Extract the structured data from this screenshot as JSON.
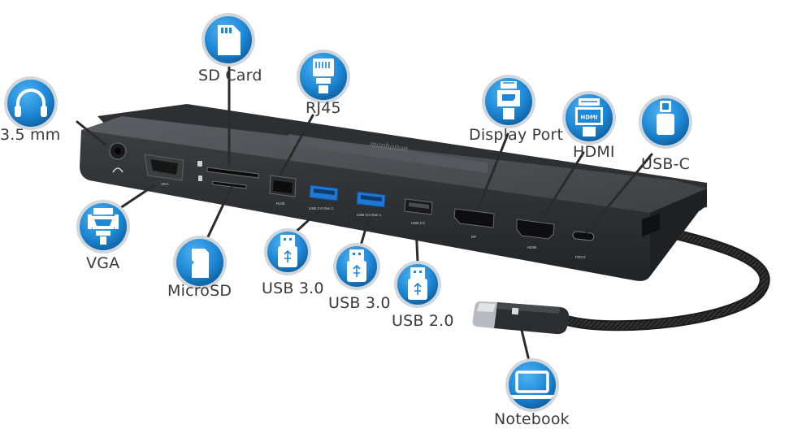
{
  "device": {
    "brand": "manhattan",
    "port_labels": {
      "vga": "VGA",
      "rj45": "RJ45",
      "usb3a": "USB 3.0 Gen 1",
      "usb3b": "USB 3.0 Gen 1",
      "usb2": "USB 2.0",
      "dp": "DP",
      "hdmi": "HDMI",
      "pd": "PD3.0"
    }
  },
  "callouts": {
    "audio": "3.5 mm",
    "vga": "VGA",
    "sdcard": "SD Card",
    "microsd": "MicroSD",
    "rj45": "RJ45",
    "usb3_1": "USB 3.0",
    "usb3_2": "USB 3.0",
    "usb2": "USB 2.0",
    "displayport": "Display Port",
    "hdmi": "HDMI",
    "usbc": "USB-C",
    "notebook": "Notebook"
  },
  "icon_glyphs": {
    "hdmi": "HDMI"
  },
  "colors": {
    "badge_fill": "#1e88d6",
    "badge_dark": "#0f5e9e",
    "badge_ring": "#cfd6dc",
    "line": "#2b2b2b",
    "hub_top": "#4a4c4f",
    "hub_front": "#2e3033",
    "usb3_blue": "#1f78d1"
  }
}
